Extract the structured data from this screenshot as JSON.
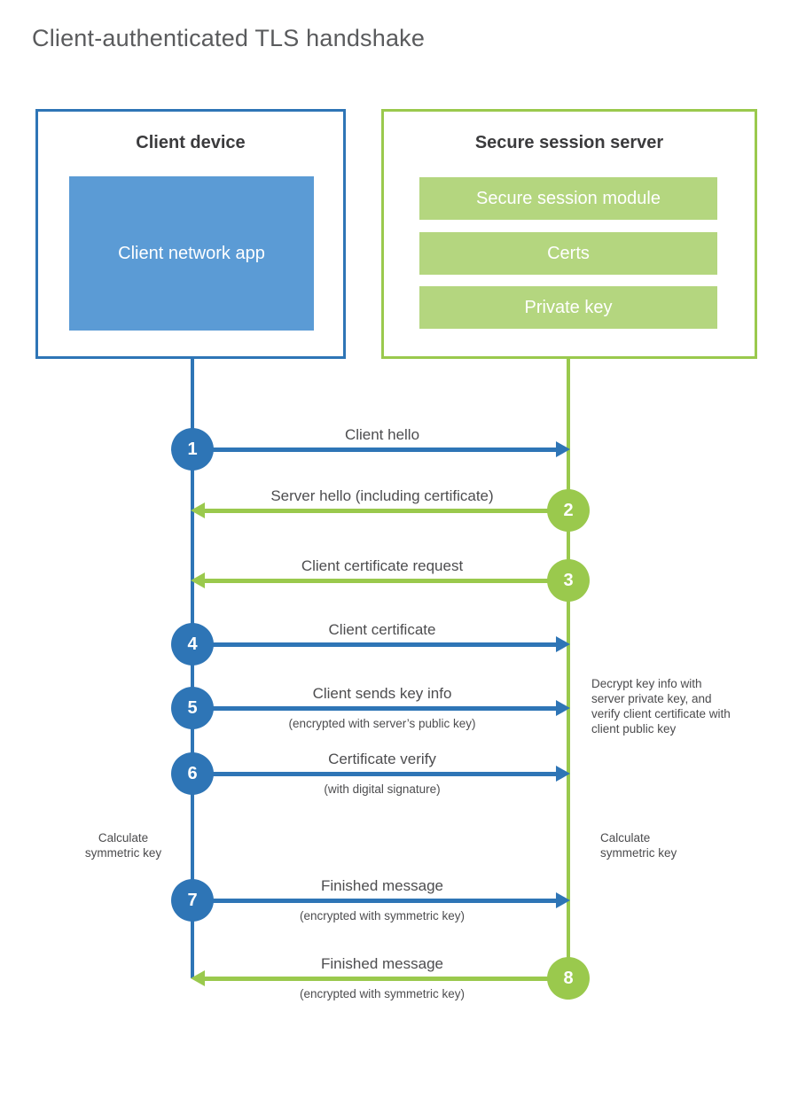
{
  "title": "Client-authenticated TLS handshake",
  "colors": {
    "client_blue": "#2e75b6",
    "client_fill_blue": "#5b9bd5",
    "server_green": "#9ac94d",
    "server_fill_green": "#b4d67f"
  },
  "client": {
    "title": "Client device",
    "module": "Client network app"
  },
  "server": {
    "title": "Secure session server",
    "modules": [
      "Secure session module",
      "Certs",
      "Private key"
    ]
  },
  "steps": [
    {
      "number": "1",
      "label": "Client hello",
      "direction": "client-to-server"
    },
    {
      "number": "2",
      "label": "Server hello (including certificate)",
      "direction": "server-to-client"
    },
    {
      "number": "3",
      "label": "Client certificate request",
      "direction": "server-to-client"
    },
    {
      "number": "4",
      "label": "Client certificate",
      "direction": "client-to-server"
    },
    {
      "number": "5",
      "label": "Client sends key info",
      "sublabel": "(encrypted with server’s public key)",
      "direction": "client-to-server"
    },
    {
      "number": "6",
      "label": "Certificate verify",
      "sublabel": "(with digital signature)",
      "direction": "client-to-server"
    },
    {
      "number": "7",
      "label": "Finished message",
      "sublabel": "(encrypted with symmetric key)",
      "direction": "client-to-server"
    },
    {
      "number": "8",
      "label": "Finished message",
      "sublabel": "(encrypted with symmetric key)",
      "direction": "server-to-client"
    }
  ],
  "annotations": {
    "decrypt_note": "Decrypt key info with server private key, and verify client certificate with client public key",
    "calculate_left": "Calculate symmetric key",
    "calculate_right": "Calculate symmetric key"
  }
}
